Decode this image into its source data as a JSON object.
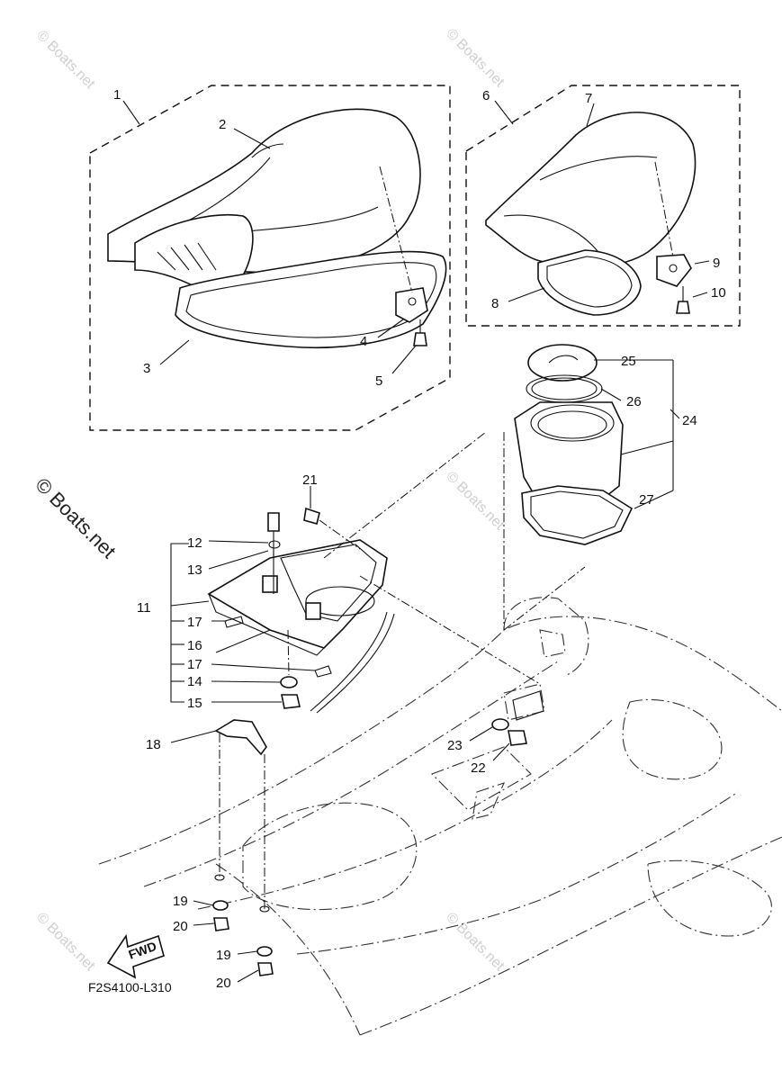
{
  "diagram": {
    "reference_code": "F2S4100-L310",
    "fwd_label": "FWD",
    "watermark": "© Boats.net",
    "callouts": [
      "1",
      "2",
      "3",
      "4",
      "5",
      "6",
      "7",
      "8",
      "9",
      "10",
      "11",
      "12",
      "13",
      "14",
      "15",
      "16",
      "17",
      "17",
      "18",
      "19",
      "19",
      "20",
      "20",
      "21",
      "22",
      "23",
      "24",
      "25",
      "26",
      "27"
    ]
  }
}
